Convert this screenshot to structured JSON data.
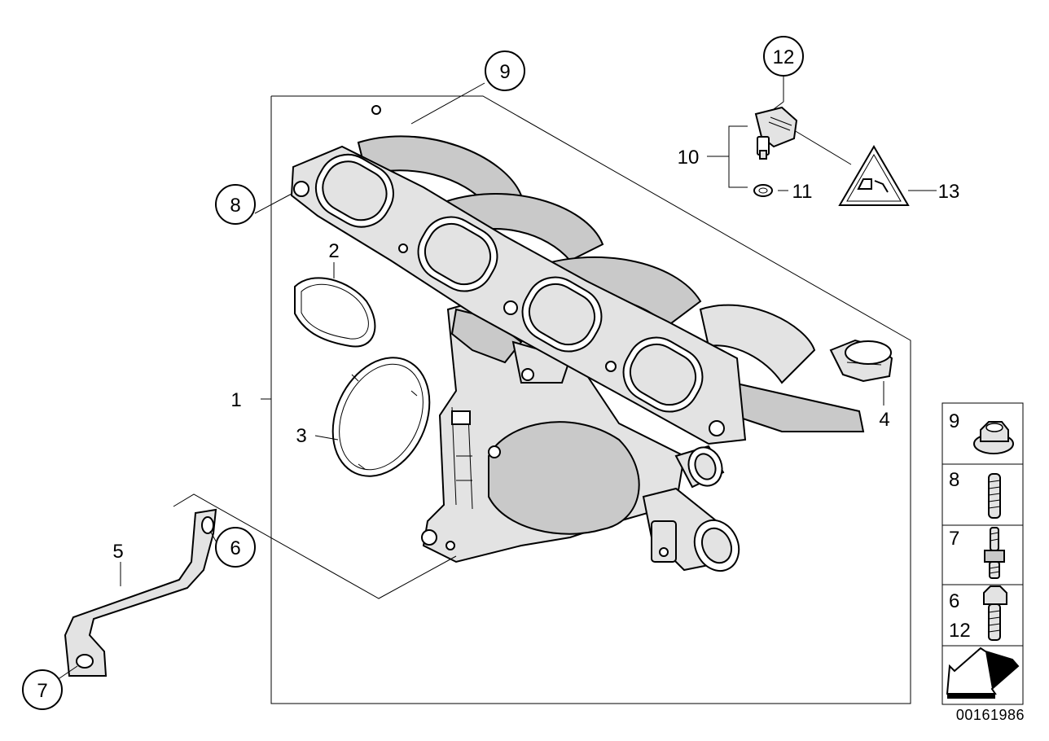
{
  "callouts": {
    "c1": "1",
    "c2": "2",
    "c3": "3",
    "c4": "4",
    "c5": "5",
    "c6": "6",
    "c7": "7",
    "c8": "8",
    "c9": "9",
    "c10": "10",
    "c11": "11",
    "c12": "12",
    "c13": "13"
  },
  "side_panel": {
    "items": [
      {
        "labels": [
          "9"
        ],
        "icon": "flange-nut-icon"
      },
      {
        "labels": [
          "8"
        ],
        "icon": "stud-icon"
      },
      {
        "labels": [
          "7"
        ],
        "icon": "stud-bolt-icon"
      },
      {
        "labels": [
          "6",
          "12"
        ],
        "icon": "hex-bolt-icon"
      }
    ],
    "arrow_icon": "direction-arrow-icon"
  },
  "document_number": "00161986"
}
